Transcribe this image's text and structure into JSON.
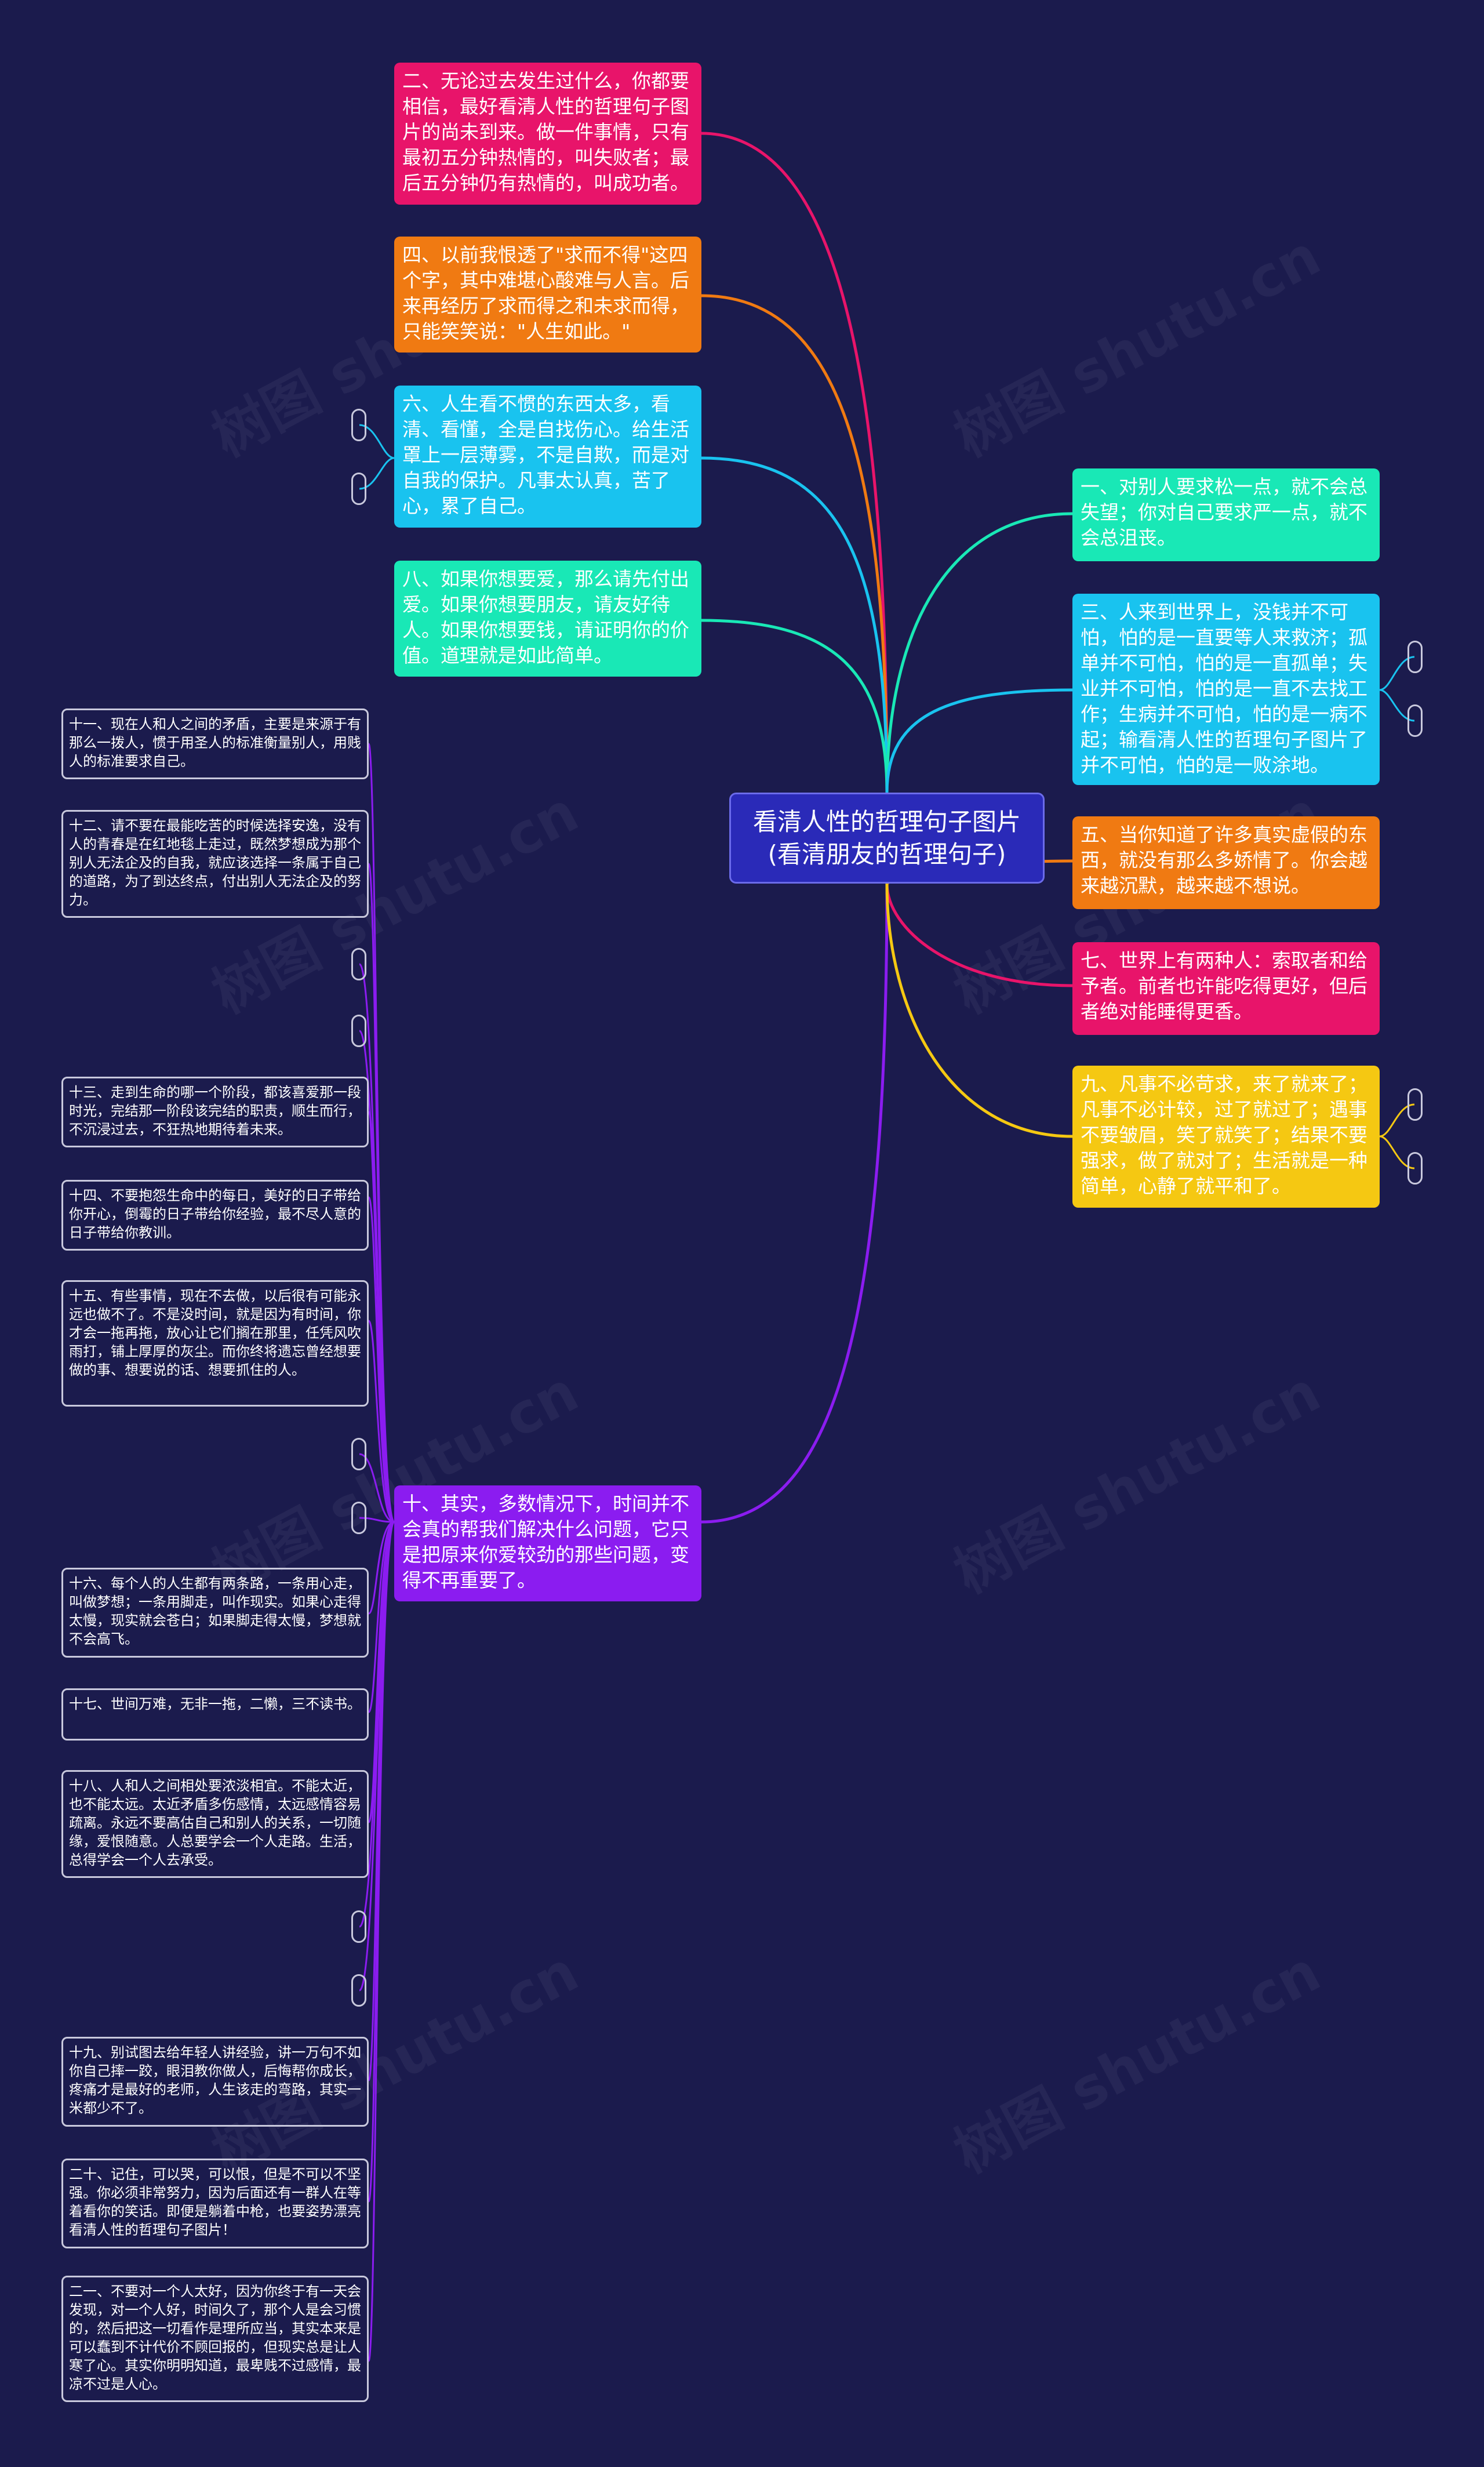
{
  "watermark": "树图 shutu.cn",
  "colors": {
    "background": "#1b1b4d",
    "root": "#2a2ab8",
    "magenta": "#e8146a",
    "orange": "#f07a12",
    "cyan": "#19c3ef",
    "teal": "#19e8b6",
    "purple": "#8b1cf0",
    "yellow": "#f5c812"
  },
  "root": {
    "label": "看清人性的哲理句子图片(看清朋友的哲理句子)"
  },
  "nodes": {
    "n1": "一、对别人要求松一点，就不会总失望；你对自己要求严一点，就不会总沮丧。",
    "n2": "二、无论过去发生过什么，你都要相信，最好看清人性的哲理句子图片的尚未到来。做一件事情，只有最初五分钟热情的，叫失败者；最后五分钟仍有热情的，叫成功者。",
    "n3": "三、人来到世界上，没钱并不可怕，怕的是一直要等人来救济；孤单并不可怕，怕的是一直孤单；失业并不可怕，怕的是一直不去找工作；生病并不可怕，怕的是一病不起；输看清人性的哲理句子图片了并不可怕，怕的是一败涂地。",
    "n4": "四、以前我恨透了\"求而不得\"这四个字，其中难堪心酸难与人言。后来再经历了求而得之和未求而得，只能笑笑说：\"人生如此。\"",
    "n5": "五、当你知道了许多真实虚假的东西，就没有那么多娇情了。你会越来越沉默，越来越不想说。",
    "n6": "六、人生看不惯的东西太多，看清、看懂，全是自找伤心。给生活罩上一层薄雾，不是自欺，而是对自我的保护。凡事太认真，苦了心，累了自己。",
    "n7": "七、世界上有两种人：索取者和给予者。前者也许能吃得更好，但后者绝对能睡得更香。",
    "n8": "八、如果你想要爱，那么请先付出爱。如果你想要朋友，请友好待人。如果你想要钱，请证明你的价值。道理就是如此简单。",
    "n9": "九、凡事不必苛求，来了就来了；凡事不必计较，过了就过了；遇事不要皱眉，笑了就笑了；结果不要强求，做了就对了；生活就是一种简单，心静了就平和了。",
    "n10": "十、其实，多数情况下，时间并不会真的帮我们解决什么问题，它只是把原来你爱较劲的那些问题，变得不再重要了。"
  },
  "leaves": {
    "l11": "十一、现在人和人之间的矛盾，主要是来源于有那么一拨人，惯于用圣人的标准衡量别人，用贱人的标准要求自己。",
    "l12": "十二、请不要在最能吃苦的时候选择安逸，没有人的青春是在红地毯上走过，既然梦想成为那个别人无法企及的自我，就应该选择一条属于自己的道路，为了到达终点，付出别人无法企及的努力。",
    "l13": "十三、走到生命的哪一个阶段，都该喜爱那一段时光，完结那一阶段该完结的职责，顺生而行，不沉浸过去，不狂热地期待着未来。",
    "l14": "十四、不要抱怨生命中的每日，美好的日子带给你开心，倒霉的日子带给你经验，最不尽人意的日子带给你教训。",
    "l15": "十五、有些事情，现在不去做，以后很有可能永远也做不了。不是没时间，就是因为有时间，你才会一拖再拖，放心让它们搁在那里，任凭风吹雨打，铺上厚厚的灰尘。而你终将遗忘曾经想要做的事、想要说的话、想要抓住的人。",
    "l16": "十六、每个人的人生都有两条路，一条用心走，叫做梦想；一条用脚走，叫作现实。如果心走得太慢，现实就会苍白；如果脚走得太慢，梦想就不会高飞。",
    "l17": "十七、世间万难，无非一拖，二懒，三不读书。",
    "l18": "十八、人和人之间相处要浓淡相宜。不能太近，也不能太远。太近矛盾多伤感情，太远感情容易疏离。永远不要高估自己和别人的关系，一切随缘，爱恨随意。人总要学会一个人走路。生活，总得学会一个人去承受。",
    "l19": "十九、别试图去给年轻人讲经验，讲一万句不如你自己摔一跤，眼泪教你做人，后悔帮你成长，疼痛才是最好的老师，人生该走的弯路，其实一米都少不了。",
    "l20": "二十、记住，可以哭，可以恨，但是不可以不坚强。你必须非常努力，因为后面还有一群人在等着看你的笑话。即便是躺着中枪，也要姿势漂亮看清人性的哲理句子图片！",
    "l21": "二一、不要对一个人太好，因为你终于有一天会发现，对一个人好，时间久了，那个人是会习惯的，然后把这一切看作是理所应当，其实本来是可以蠢到不计代价不顾回报的，但现实总是让人寒了心。其实你明明知道，最卑贱不过感情，最凉不过是人心。"
  }
}
